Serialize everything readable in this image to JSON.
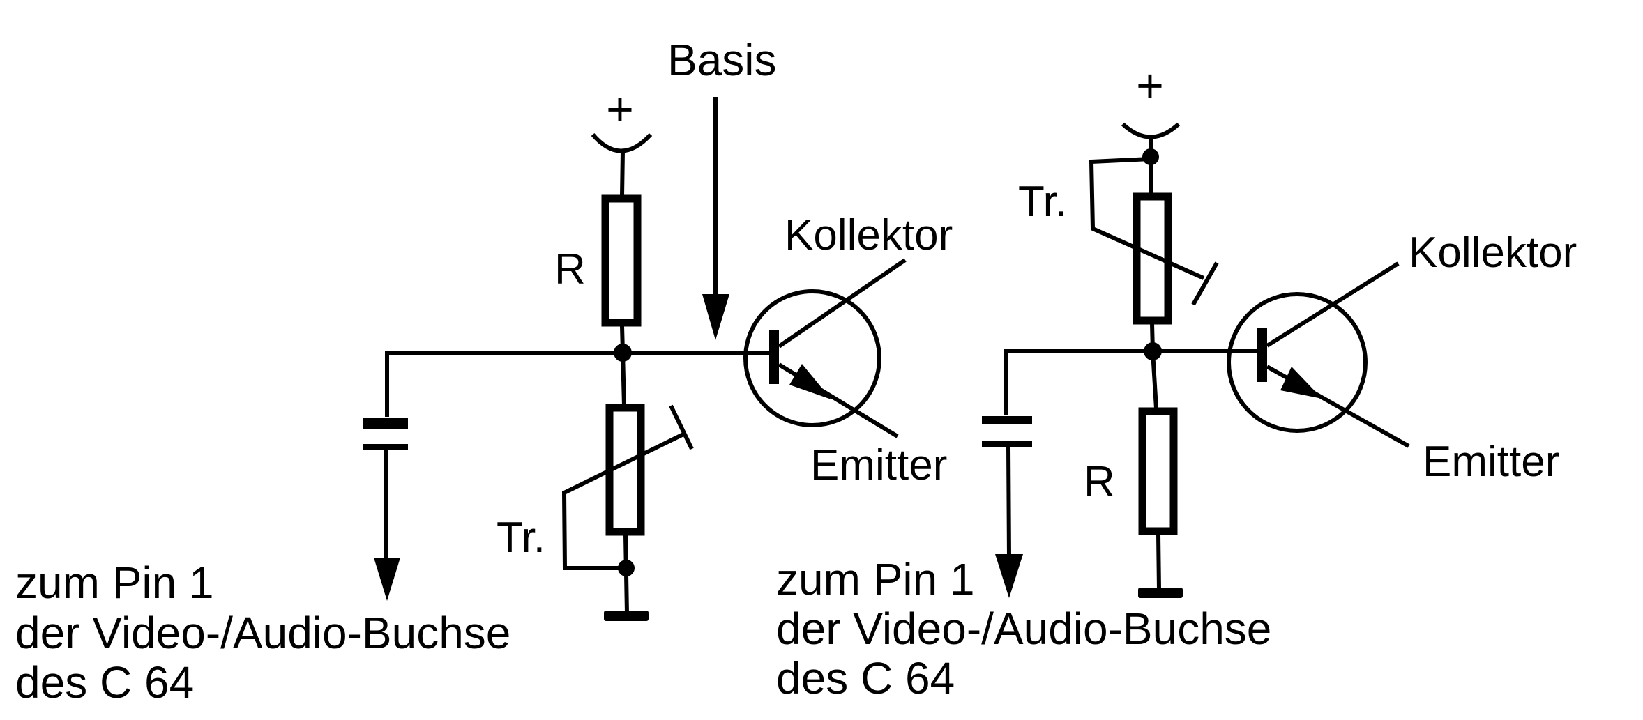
{
  "figure": {
    "type": "schematic",
    "description": "Two transistor bias circuits with trimmer potentiometer"
  },
  "left_circuit": {
    "supply_label": "+",
    "basis_label": "Basis",
    "resistor_label": "R",
    "trimmer_label": "Tr.",
    "collector_label": "Kollektor",
    "emitter_label": "Emitter",
    "output_note": [
      "zum Pin 1",
      "der Video-/Audio-Buchse",
      "des C 64"
    ]
  },
  "right_circuit": {
    "supply_label": "+",
    "trimmer_label": "Tr.",
    "resistor_label": "R",
    "collector_label": "Kollektor",
    "emitter_label": "Emitter",
    "output_note": [
      "zum Pin 1",
      "der Video-/Audio-Buchse",
      "des C 64"
    ]
  }
}
